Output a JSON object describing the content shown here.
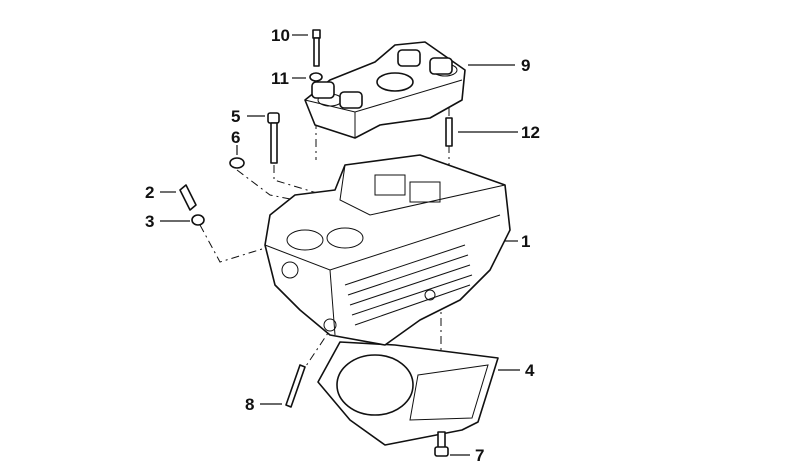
{
  "diagram": {
    "callouts": [
      {
        "id": "10",
        "label": "10"
      },
      {
        "id": "11",
        "label": "11"
      },
      {
        "id": "9",
        "label": "9"
      },
      {
        "id": "5",
        "label": "5"
      },
      {
        "id": "6",
        "label": "6"
      },
      {
        "id": "12",
        "label": "12"
      },
      {
        "id": "2",
        "label": "2"
      },
      {
        "id": "3",
        "label": "3"
      },
      {
        "id": "1",
        "label": "1"
      },
      {
        "id": "4",
        "label": "4"
      },
      {
        "id": "8",
        "label": "8"
      },
      {
        "id": "7",
        "label": "7"
      }
    ]
  }
}
